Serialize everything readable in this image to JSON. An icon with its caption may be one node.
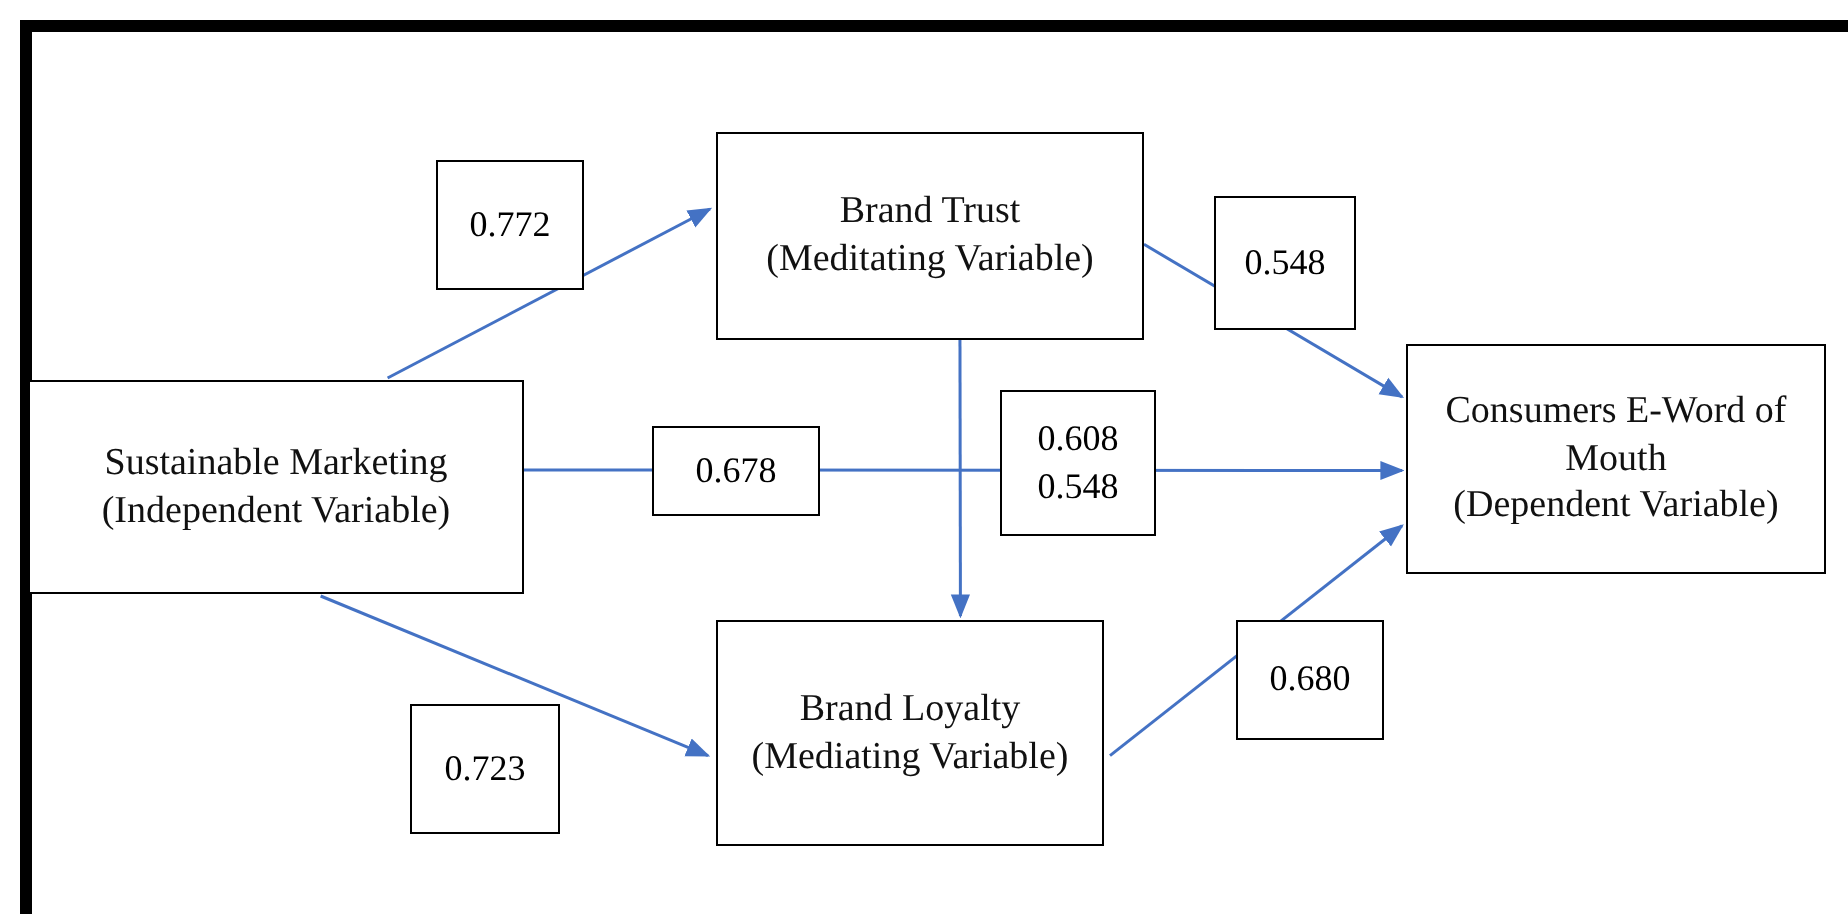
{
  "diagram": {
    "nodes": [
      {
        "text": [
          "Sustainable Marketing",
          "(Independent Variable)"
        ]
      },
      {
        "text": [
          "Brand Trust",
          "(Meditating Variable)"
        ]
      },
      {
        "text": [
          "Brand Loyalty",
          "(Mediating Variable)"
        ]
      },
      {
        "text": [
          "Consumers E-Word of Mouth",
          "(Dependent Variable)"
        ]
      }
    ],
    "edges": [
      {
        "from": 0,
        "to": 1,
        "arrow": "to",
        "label": "0.772"
      },
      {
        "from": 0,
        "to": 3,
        "arrow": "to",
        "label": "0.678"
      },
      {
        "from": 0,
        "to": 2,
        "arrow": "to",
        "label": "0.723"
      },
      {
        "from": 1,
        "to": 2,
        "arrow": "to"
      },
      {
        "from": 1,
        "to": 3,
        "arrow": "to",
        "label": "0.548"
      },
      {
        "from": 2,
        "to": 3,
        "arrow": "to",
        "label": "0.680"
      }
    ],
    "labels": [
      "0.608",
      "0.548"
    ]
  }
}
